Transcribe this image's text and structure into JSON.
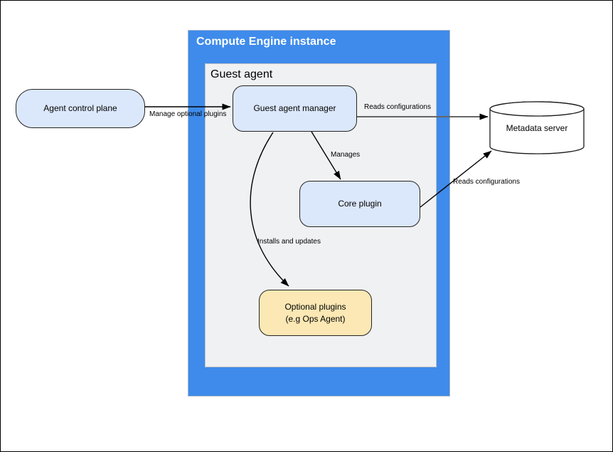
{
  "diagram": {
    "type": "architecture-diagram",
    "containers": {
      "compute_engine_instance": {
        "label": "Compute Engine instance"
      },
      "guest_agent": {
        "label": "Guest agent"
      }
    },
    "nodes": {
      "agent_control_plane": {
        "label": "Agent control plane"
      },
      "guest_agent_manager": {
        "label": "Guest agent manager"
      },
      "core_plugin": {
        "label": "Core plugin"
      },
      "optional_plugins": {
        "label": "Optional plugins",
        "sublabel": "(e.g  Ops Agent)"
      },
      "metadata_server": {
        "label": "Metadata server",
        "shape": "cylinder"
      }
    },
    "edges": [
      {
        "from": "agent_control_plane",
        "to": "guest_agent_manager",
        "label": "Manage optional plugins"
      },
      {
        "from": "guest_agent_manager",
        "to": "metadata_server",
        "label": "Reads configurations"
      },
      {
        "from": "guest_agent_manager",
        "to": "core_plugin",
        "label": "Manages"
      },
      {
        "from": "guest_agent_manager",
        "to": "optional_plugins",
        "label": "Installs and updates"
      },
      {
        "from": "core_plugin",
        "to": "metadata_server",
        "label": "Reads configurations"
      }
    ],
    "colors": {
      "container_blue": "#3e8beb",
      "guest_agent_gray": "#f0f1f2",
      "node_fill_blue": "#dbe7fb",
      "node_fill_yellow": "#fbe8b4",
      "container_title_text": "#ffffff",
      "edge_line_dark": "#000000",
      "edge_line_gray": "#666666",
      "text": "#000000"
    }
  }
}
